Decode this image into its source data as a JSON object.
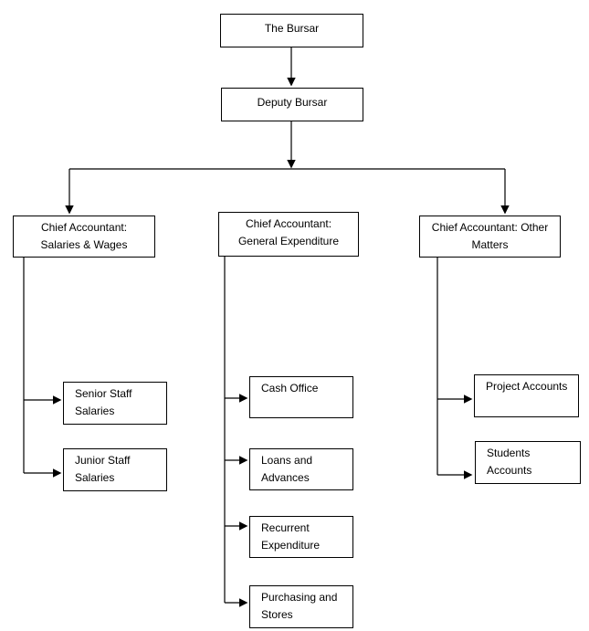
{
  "diagram": {
    "type": "org-chart",
    "colors": {
      "background": "#ffffff",
      "box_border": "#000000",
      "connector": "#000000",
      "text": "#000000"
    },
    "nodes": {
      "bursar": {
        "lines": [
          "The Bursar"
        ]
      },
      "deputy_bursar": {
        "lines": [
          "Deputy Bursar"
        ]
      },
      "chief_salaries_wages": {
        "lines": [
          "Chief Accountant:",
          "Salaries & Wages"
        ]
      },
      "chief_general_exp": {
        "lines": [
          "Chief Accountant:",
          "General Expenditure"
        ]
      },
      "chief_other_matters": {
        "lines": [
          "Chief Accountant: Other",
          "Matters"
        ]
      },
      "senior_staff": {
        "lines": [
          "Senior Staff",
          "Salaries"
        ]
      },
      "junior_staff": {
        "lines": [
          "Junior Staff",
          "Salaries"
        ]
      },
      "cash_office": {
        "lines": [
          "Cash Office"
        ]
      },
      "loans_advances": {
        "lines": [
          "Loans and",
          "Advances"
        ]
      },
      "recurrent_exp": {
        "lines": [
          "Recurrent",
          "Expenditure"
        ]
      },
      "purchasing_stores": {
        "lines": [
          "Purchasing and",
          "Stores"
        ]
      },
      "project_accounts": {
        "lines": [
          "Project Accounts"
        ]
      },
      "students_accounts": {
        "lines": [
          "Students",
          "Accounts"
        ]
      }
    },
    "edges": [
      {
        "from": "bursar",
        "to": "deputy_bursar"
      },
      {
        "from": "deputy_bursar",
        "to": "chief_salaries_wages"
      },
      {
        "from": "deputy_bursar",
        "to": "chief_general_exp"
      },
      {
        "from": "deputy_bursar",
        "to": "chief_other_matters"
      },
      {
        "from": "chief_salaries_wages",
        "to": "senior_staff"
      },
      {
        "from": "chief_salaries_wages",
        "to": "junior_staff"
      },
      {
        "from": "chief_general_exp",
        "to": "cash_office"
      },
      {
        "from": "chief_general_exp",
        "to": "loans_advances"
      },
      {
        "from": "chief_general_exp",
        "to": "recurrent_exp"
      },
      {
        "from": "chief_general_exp",
        "to": "purchasing_stores"
      },
      {
        "from": "chief_other_matters",
        "to": "project_accounts"
      },
      {
        "from": "chief_other_matters",
        "to": "students_accounts"
      }
    ]
  }
}
